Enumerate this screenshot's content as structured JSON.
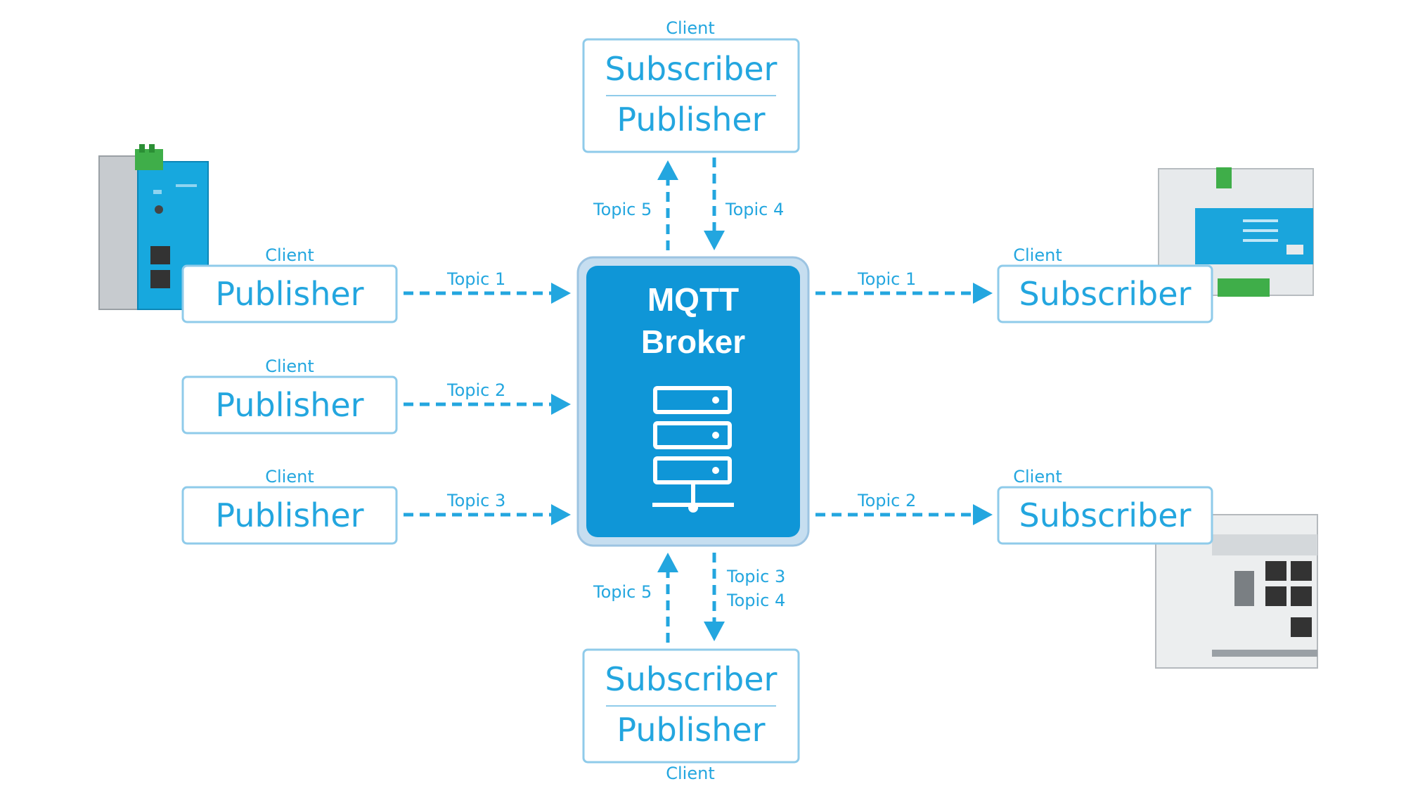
{
  "colors": {
    "accent": "#23a6df",
    "broker_fill": "#0f96d7",
    "box_border": "#8fcbea"
  },
  "broker": {
    "title_line1": "MQTT",
    "title_line2": "Broker",
    "icon": "server-icon"
  },
  "publishers": [
    {
      "client": "Client",
      "role": "Publisher",
      "topic": "Topic 1"
    },
    {
      "client": "Client",
      "role": "Publisher",
      "topic": "Topic 2"
    },
    {
      "client": "Client",
      "role": "Publisher",
      "topic": "Topic 3"
    }
  ],
  "subscribers": [
    {
      "client": "Client",
      "role": "Subscriber",
      "topic": "Topic 1"
    },
    {
      "client": "Client",
      "role": "Subscriber",
      "topic": "Topic 2"
    }
  ],
  "top_client": {
    "client": "Client",
    "role_top": "Subscriber",
    "role_bottom": "Publisher",
    "topic_up": "Topic 5",
    "topic_down": "Topic 4"
  },
  "bottom_client": {
    "client": "Client",
    "role_top": "Subscriber",
    "role_bottom": "Publisher",
    "topic_up": "Topic 5",
    "topic_down_1": "Topic 3",
    "topic_down_2": "Topic 4"
  },
  "devices": [
    "din-rail-router-icon",
    "din-rail-controller-icon",
    "din-rail-switch-icon"
  ]
}
